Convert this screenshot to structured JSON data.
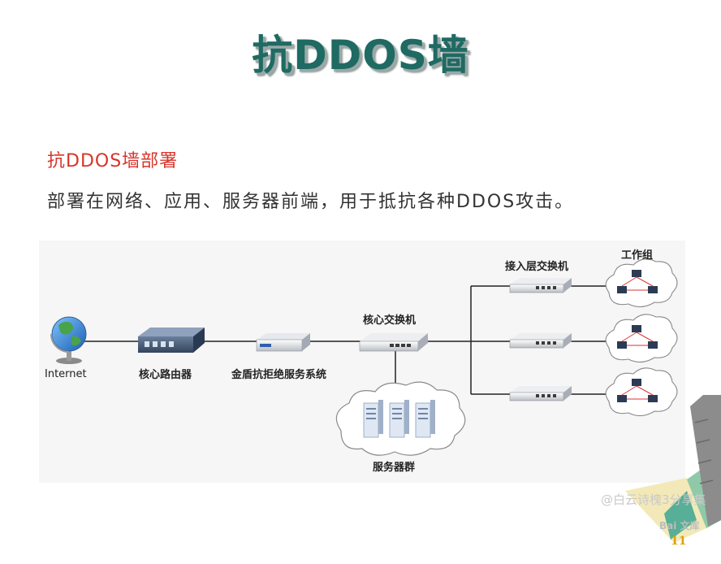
{
  "slide": {
    "title": "抗DDOS墙",
    "subtitle": "抗DDOS墙部署",
    "body": "部署在网络、应用、服务器前端，用于抵抗各种DDOS攻击。",
    "page_number": "11"
  },
  "diagram": {
    "labels": {
      "internet": "Internet",
      "core_router": "核心路由器",
      "firewall": "金盾抗拒绝服务系统",
      "core_switch": "核心交换机",
      "server_group": "服务器群",
      "access_switch": "接入层交换机",
      "workgroup": "工作组"
    }
  },
  "watermark": {
    "text": "@白云诗槐3分享集",
    "brand": "Bai 文库"
  },
  "colors": {
    "title": "#1f6a63",
    "subtitle": "#d8342a",
    "accent": "#e0a000"
  }
}
